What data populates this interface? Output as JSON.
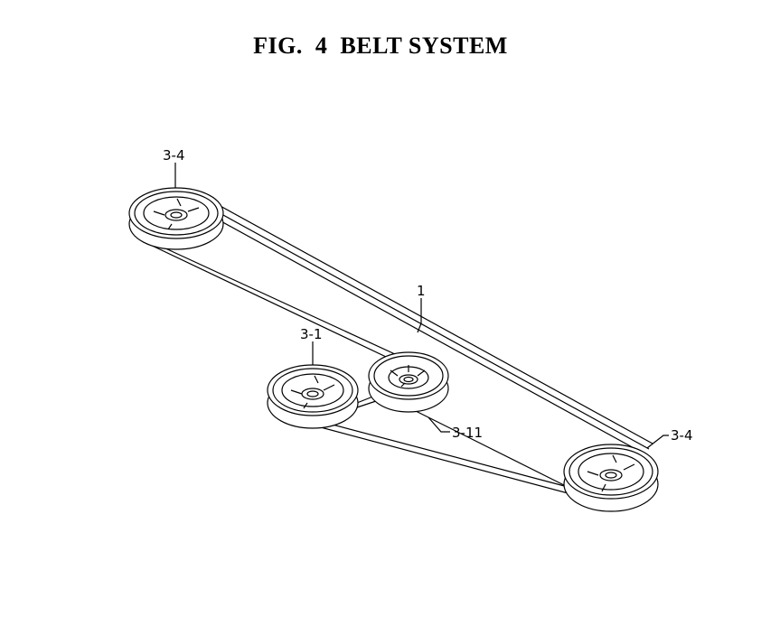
{
  "title": "FIG.  4  BELT SYSTEM",
  "callouts": {
    "pulley_top_left": "3-4",
    "belt": "1",
    "pulley_center": "3-1",
    "pulley_idler": "3-11",
    "pulley_right": "3-4"
  }
}
